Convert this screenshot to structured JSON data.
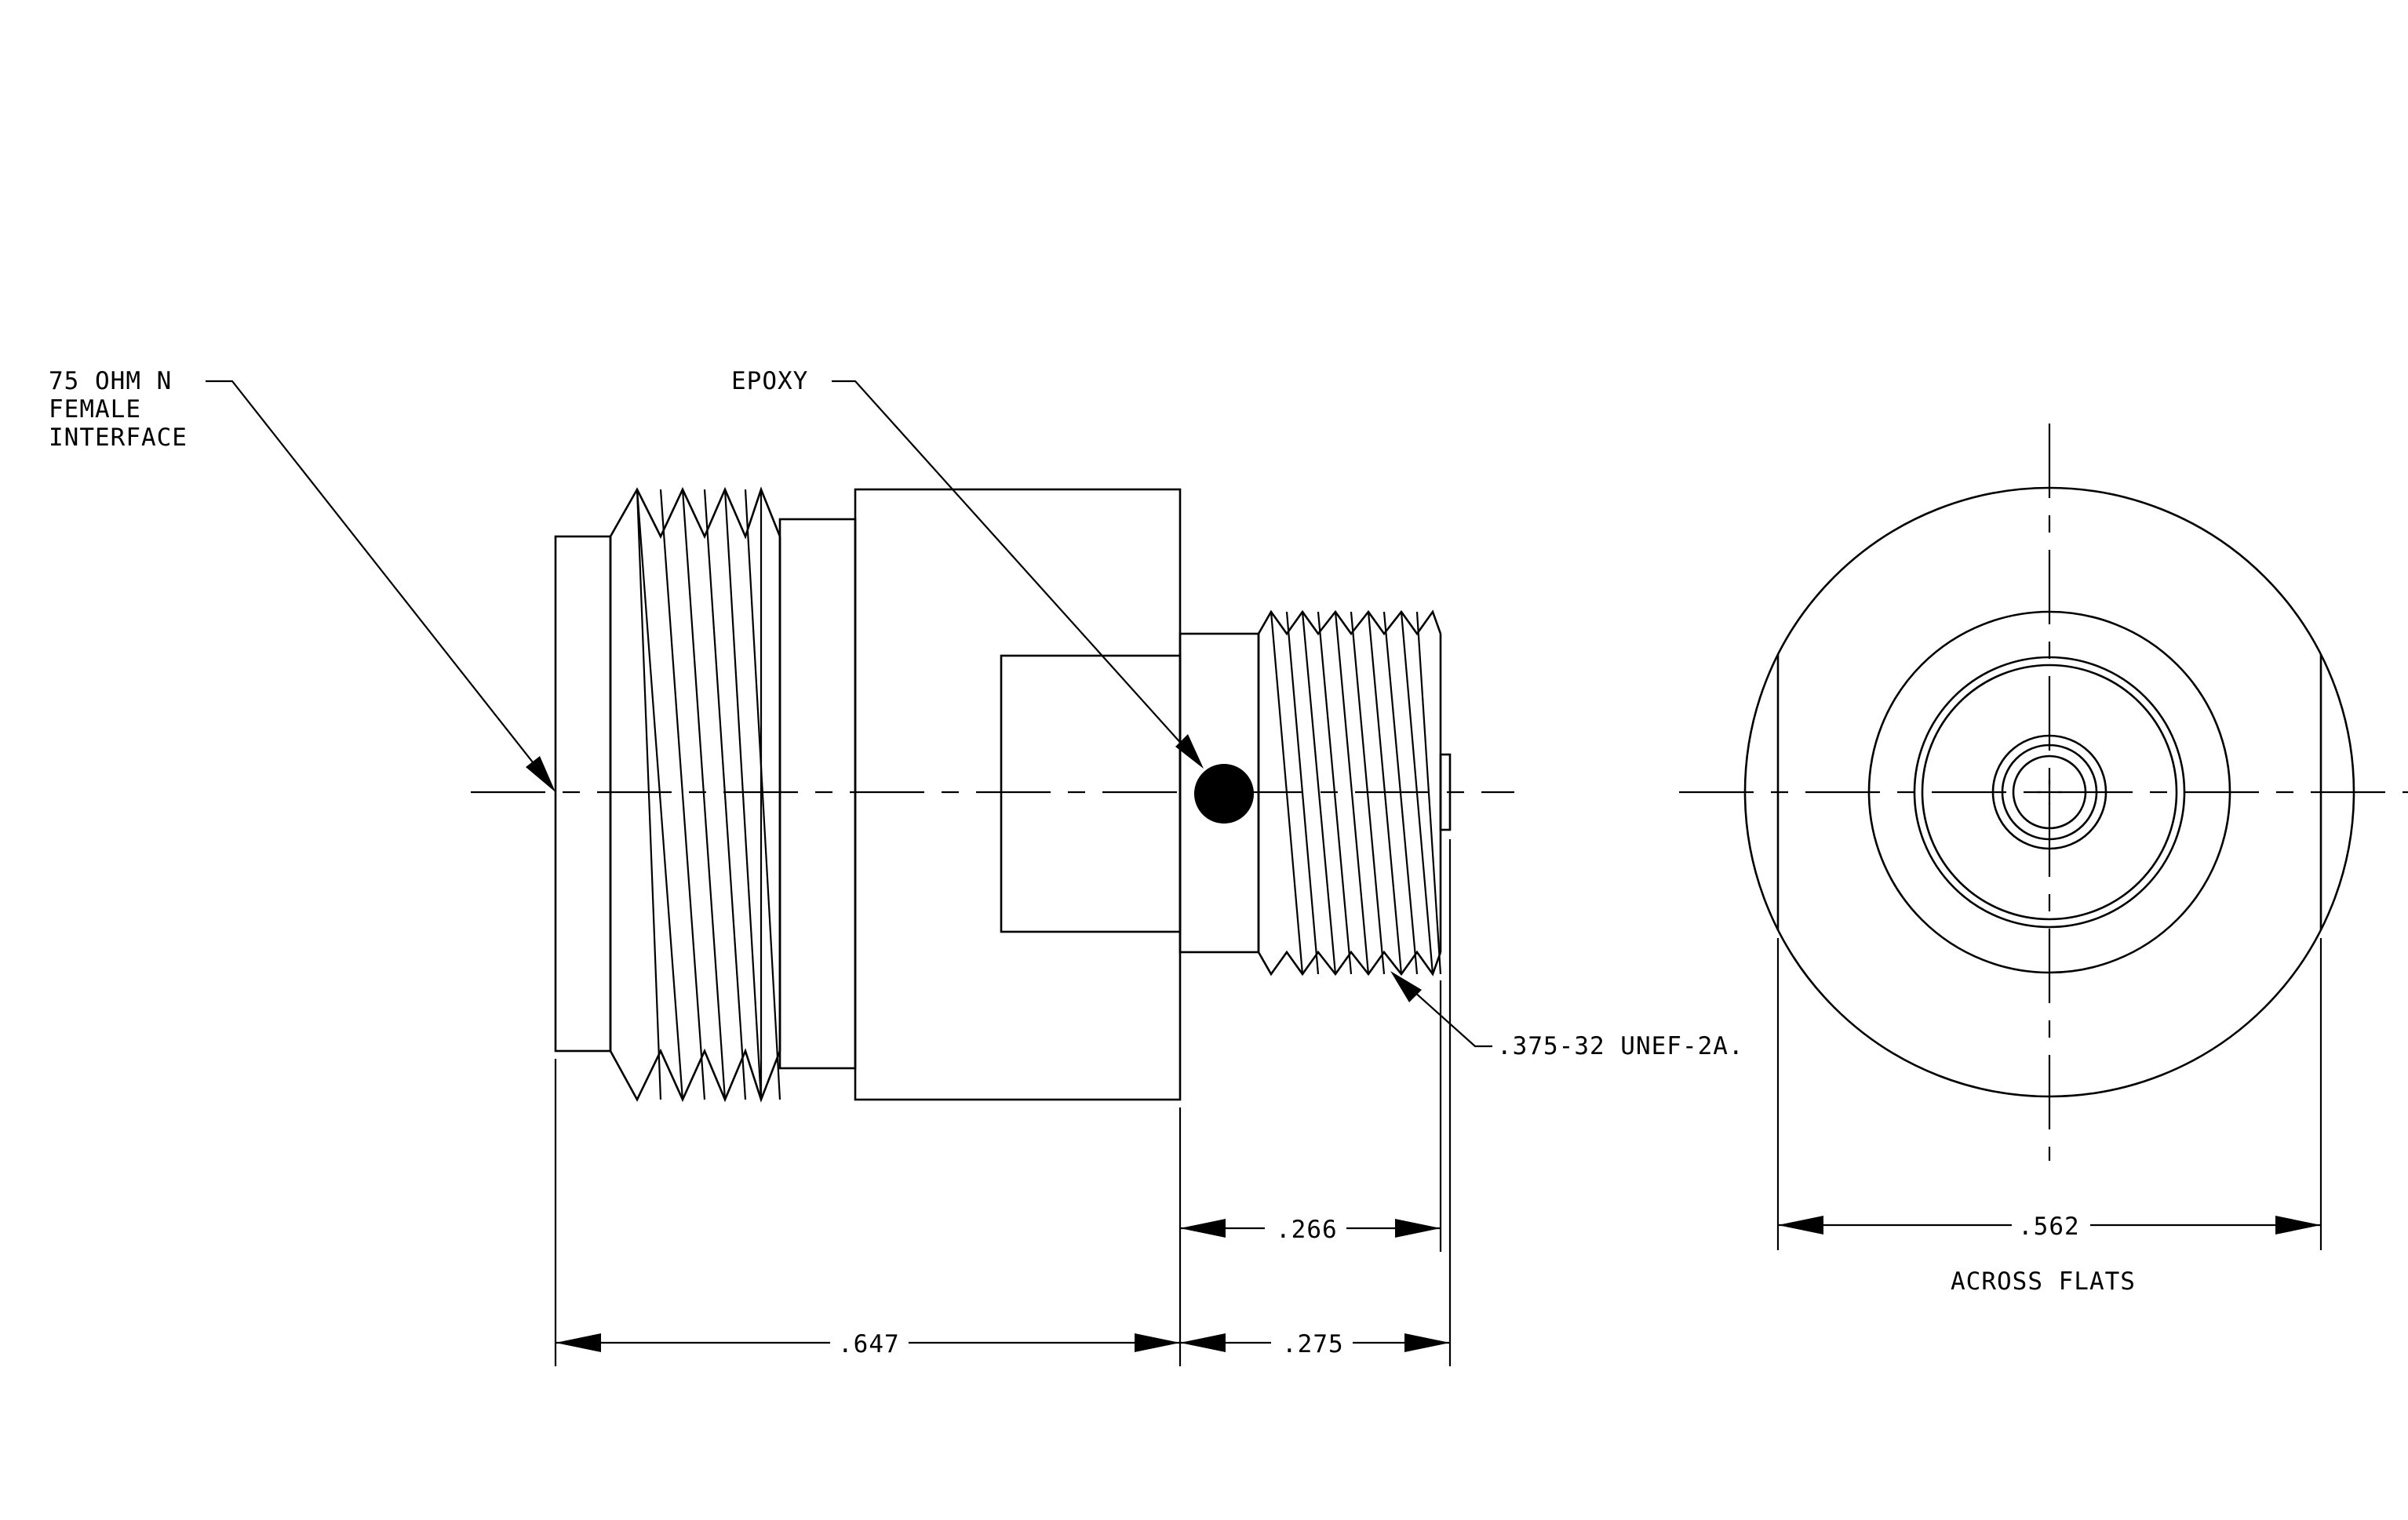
{
  "labels": {
    "interface_line1": "75 OHM N",
    "interface_line2": "FEMALE",
    "interface_line3": "INTERFACE",
    "epoxy": "EPOXY",
    "thread": ".375-32 UNEF-2A.",
    "across_flats": "ACROSS FLATS"
  },
  "dimensions": {
    "overall_body": ".647",
    "rear_thread": ".266",
    "rear_overall": ".275",
    "hex_flats": ".562"
  },
  "colors": {
    "line": "#000000",
    "background": "#ffffff"
  }
}
